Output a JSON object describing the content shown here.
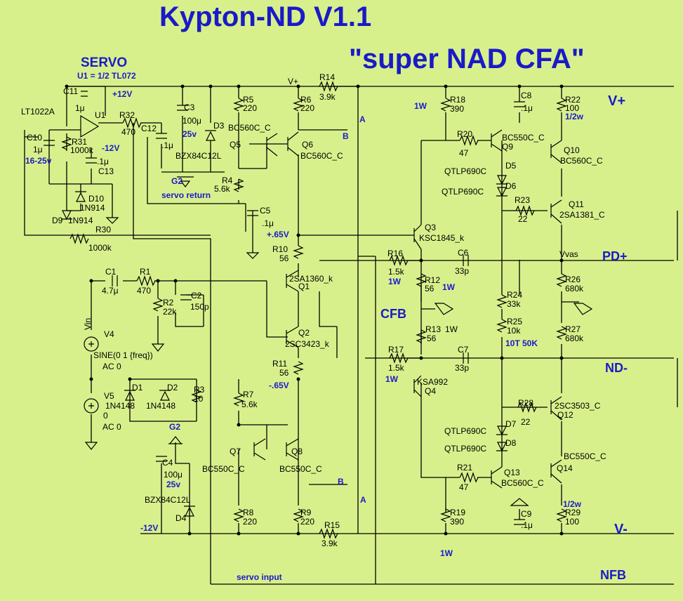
{
  "title": "Kypton-ND V1.1",
  "subtitle": "\"super NAD CFA\"",
  "servo": {
    "heading": "SERVO",
    "note": "U1 = 1/2 TL072"
  },
  "rails": {
    "vplus": "V+",
    "vminus": "V-",
    "vplus_small": "V+",
    "plus12": "+12V",
    "minus12_a": "-12V",
    "minus12_b": "-12V"
  },
  "nets": {
    "pd_plus": "PD+",
    "nd_minus": "ND-",
    "nfb": "NFB",
    "cfb": "CFB",
    "vvas": "Vvas",
    "servo_return": "servo return",
    "servo_input": "servo input",
    "g2a": "G2",
    "g2b": "G2",
    "vp065": "+.65V",
    "vm065": "-.65V",
    "a1": "A",
    "a2": "A",
    "b1": "B",
    "b2": "B",
    "vin": "Vin"
  },
  "source": {
    "v4": "V4",
    "v4_spec": "SINE(0 1 {freq})",
    "v4_ac": "AC 0",
    "v5": "V5",
    "v5_val": "0",
    "v5_ac": "AC 0"
  },
  "parts": {
    "u1": "U1",
    "lt1022": "LT1022A",
    "c11": "C11",
    "c11v": "1μ",
    "r32": "R32",
    "r32v": "470",
    "c12": "C12",
    "c12v": ".1μ",
    "c10": "C10",
    "c10v": "1μ",
    "c10r": "16-25v",
    "r31": "R31",
    "r31v": "1000k",
    "c13": "C13",
    "c13v": ".1μ",
    "d10": "D10",
    "d10v": "1N914",
    "d9": "D9",
    "d9v": "1N914",
    "r30": "R30",
    "r30v": "1000k",
    "c3": "C3",
    "c3v": "100μ",
    "c3r": "25v",
    "d3": "D3",
    "bzx1": "BZX84C12L",
    "r5": "R5",
    "r5v": "220",
    "r6": "R6",
    "r6v": "220",
    "r14": "R14",
    "r14v": "3.9k",
    "q5": "Q5",
    "q5t": "BC560C_C",
    "q6": "Q6",
    "q6t": "BC560C_C",
    "r4": "R4",
    "r4v": "5.6k",
    "c5": "C5",
    "c5v": ".1μ",
    "r10": "R10",
    "r10v": "56",
    "c1": "C1",
    "c1v": "4.7μ",
    "r1": "R1",
    "r1v": "470",
    "r2": "R2",
    "r2v": "22k",
    "c2": "C2",
    "c2v": "150p",
    "q1": "Q1",
    "q1t": "2SA1360_k",
    "q2": "Q2",
    "q2t": "2SC3423_k",
    "r11": "R11",
    "r11v": "56",
    "r7": "R7",
    "r7v": "5.6k",
    "d1": "D1",
    "d1v": "1N4148",
    "d2": "D2",
    "d2v": "1N4148",
    "r3": "R3",
    "r3v": "10",
    "c4": "C4",
    "c4v": "100μ",
    "c4r": "25v",
    "bzx2": "BZX84C12L",
    "d4": "D4",
    "q7": "Q7",
    "q7t": "BC550C_C",
    "q8": "Q8",
    "q8t": "BC550C_C",
    "r8": "R8",
    "r8v": "220",
    "r9": "R9",
    "r9v": "220",
    "r15": "R15",
    "r15v": "3.9k",
    "r18": "R18",
    "r18v": "390",
    "w1a": "1W",
    "c8": "C8",
    "c8v": ".1μ",
    "r22": "R22",
    "r22v": "100",
    "r22r": "1/2w",
    "r20": "R20",
    "r20v": "47",
    "q9": "Q9",
    "q9t": "BC550C_C",
    "q10": "Q10",
    "q10t": "BC560C_C",
    "d5": "D5",
    "d6": "D6",
    "qtlp1": "QTLP690C",
    "qtlp2": "QTLP690C",
    "r23": "R23",
    "r23v": "22",
    "q11": "Q11",
    "q11t": "2SA1381_C",
    "q3": "Q3",
    "q3t": "KSC1845_k",
    "r16": "R16",
    "r16v": "1.5k",
    "r16r": "1W",
    "c6": "C6",
    "c6v": "33p",
    "r12": "R12",
    "r12v": "56",
    "r12r": "1W",
    "r26": "R26",
    "r26v": "680k",
    "r24": "R24",
    "r24v": "33k",
    "r25": "R25",
    "r25v": "10k",
    "pot": "10T 50K",
    "r13": "R13",
    "r13r": "1W",
    "r13v": "56",
    "r27": "R27",
    "r27v": "680k",
    "r17": "R17",
    "r17v": "1.5k",
    "r17r": "1W",
    "c7": "C7",
    "c7v": "33p",
    "q4": "Q4",
    "q4t": "KSA992",
    "r28": "R28",
    "r28v": "22",
    "q12": "Q12",
    "q12t": "2SC3503_C",
    "d7": "D7",
    "d8": "D8",
    "qtlp3": "QTLP690C",
    "qtlp4": "QTLP690C",
    "q13": "Q13",
    "q13t": "BC560C_C",
    "q14": "Q14",
    "q14t": "BC550C_C",
    "r21": "R21",
    "r21v": "47",
    "c9": "C9",
    "c9v": ".1μ",
    "r19": "R19",
    "r19v": "390",
    "r29": "R29",
    "r29v": "100",
    "r29r": "1/2w",
    "w1b": "1W"
  }
}
